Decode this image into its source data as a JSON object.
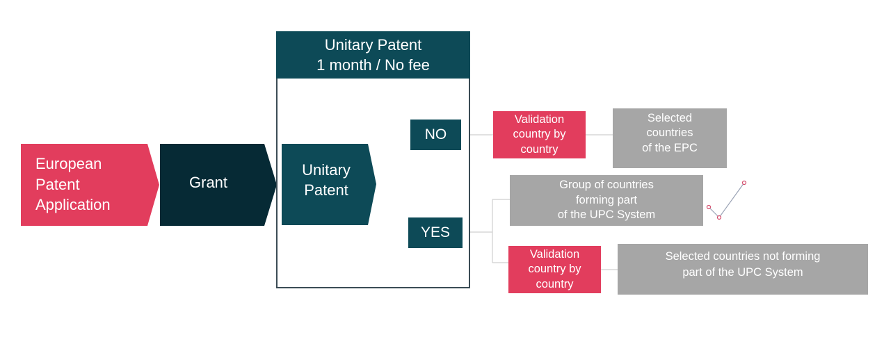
{
  "diagram": {
    "european_patent_application": "European\nPatent\nApplication",
    "grant": "Grant",
    "unitary_header": "Unitary Patent\n1 month / No fee",
    "unitary_patent": "Unitary\nPatent",
    "no_label": "NO",
    "yes_label": "YES",
    "validation_no": "Validation\ncountry by\ncountry",
    "selected_epc": "Selected\ncountries\nof the EPC",
    "group_upc": "Group of countries\nforming part\nof the UPC System",
    "validation_yes": "Validation\ncountry by\ncountry",
    "selected_not_upc": "Selected countries not forming\npart of the UPC System"
  },
  "colors": {
    "accent_pink": "#e23d5d",
    "dark_navy": "#062a35",
    "teal": "#0d4a57",
    "gray_box": "#a6a6a6",
    "connector": "#c8c8c8",
    "frame_border": "#3b4c55"
  }
}
